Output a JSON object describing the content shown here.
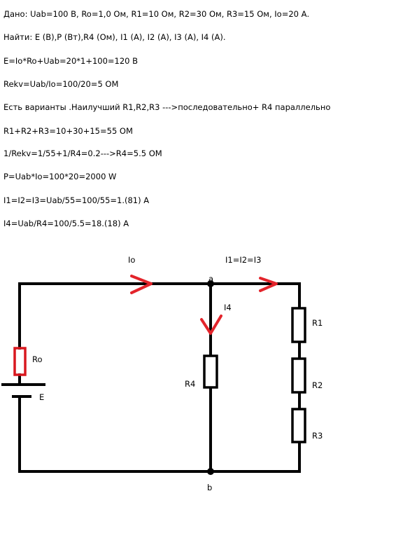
{
  "solution_text": [
    "Дано: Uab=100 В, Ro=1,0 Ом, R1=10 Ом, R2=30 Ом, R3=15 Ом, Io=20 А.",
    "Найти: E (В),P (Вт),R4 (Ом), I1 (А), I2 (А), I3 (А), I4 (А).",
    "E=Io*Ro+Uab=20*1+100=120 B",
    "Rekv=Uab/Io=100/20=5 OM",
    "Есть варианты .Наилучший R1,R2,R3 --->последовательно+ R4 параллельно",
    "R1+R2+R3=10+30+15=55 OM",
    "1/Rekv=1/55+1/R4=0.2--->R4=5.5 OM",
    "P=Uab*Io=100*20=2000 W",
    "I1=I2=I3=Uab/55=100/55=1.(81) A",
    "I4=Uab/R4=100/5.5=18.(18) A"
  ],
  "circuit": {
    "labels": {
      "io": "Io",
      "i123": "I1=I2=I3",
      "node_a": "a",
      "node_b": "b",
      "i4": "I4",
      "ro": "Ro",
      "e": "E",
      "r4": "R4",
      "r1": "R1",
      "r2": "R2",
      "r3": "R3"
    },
    "colors": {
      "wire": "#000000",
      "ro_resistor": "#d9181f",
      "current_arrow": "#e3242b"
    }
  }
}
